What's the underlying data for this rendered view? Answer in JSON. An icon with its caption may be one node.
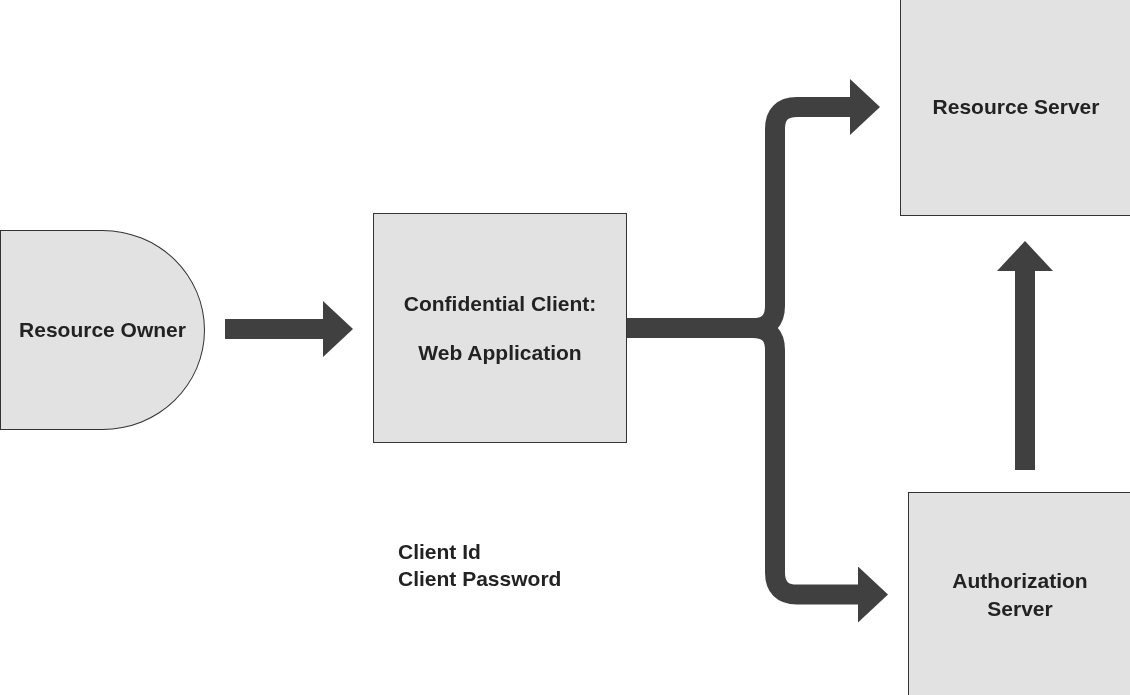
{
  "diagram": {
    "nodes": [
      {
        "text": [
          "Resource Owner"
        ]
      },
      {
        "text": [
          "Confidential Client:",
          "Web Application"
        ],
        "beside": [
          "Client Id",
          "Client Password"
        ]
      },
      {
        "text": [
          "Resource Server"
        ]
      },
      {
        "text": [
          "Authorization Server"
        ]
      }
    ],
    "edges": [
      {
        "from": 0,
        "to": 1,
        "arrow": "to"
      },
      {
        "from": 1,
        "to": 2,
        "arrow": "to"
      },
      {
        "from": 1,
        "to": 3,
        "arrow": "to"
      },
      {
        "from": 3,
        "to": 2,
        "arrow": "to"
      }
    ]
  }
}
